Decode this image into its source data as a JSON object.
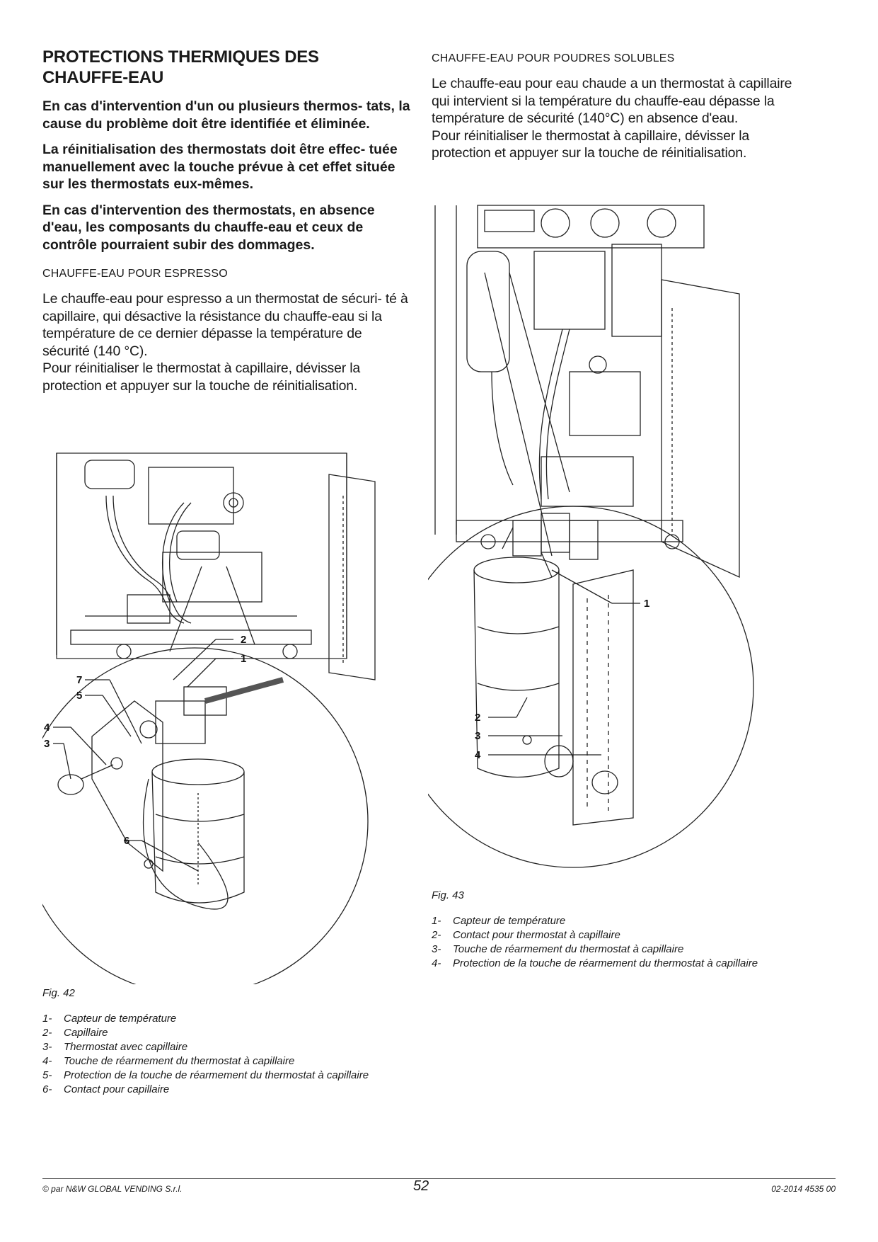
{
  "left": {
    "title_line1": "PROTECTIONS THERMIQUES DES",
    "title_line2": "CHAUFFE-EAU",
    "bold_p1": "En cas d'intervention d'un ou plusieurs thermos- tats, la cause du problème doit être identifiée et éliminée.",
    "bold_p2": "La réinitialisation des thermostats doit être effec- tuée manuellement avec la touche prévue à cet effet située sur les thermostats eux-mêmes.",
    "bold_p3": "En cas d'intervention des thermostats, en absence d'eau, les composants du chauffe-eau et ceux de contrôle pourraient subir des dommages.",
    "section_title": "CHAUFFE-EAU POUR ESPRESSO",
    "body_p1": "Le chauffe-eau pour espresso a un thermostat de sécuri- té à capillaire, qui désactive la résistance du chauffe-eau si la température de ce dernier dépasse la température de sécurité (140 °C).",
    "body_p2": "Pour réinitialiser le thermostat à capillaire, dévisser la protection et appuyer sur la touche de réinitialisation.",
    "fig_caption": "Fig. 42",
    "callouts": [
      "2",
      "1",
      "7",
      "5",
      "4",
      "3",
      "6"
    ],
    "legend": [
      {
        "num": "1-",
        "text": "Capteur de température"
      },
      {
        "num": "2-",
        "text": "Capillaire"
      },
      {
        "num": "3-",
        "text": "Thermostat avec capillaire"
      },
      {
        "num": "4-",
        "text": "Touche de réarmement du thermostat à capillaire"
      },
      {
        "num": "5-",
        "text": "Protection de la touche de réarmement du thermostat à capillaire"
      },
      {
        "num": "6-",
        "text": "Contact pour capillaire"
      }
    ]
  },
  "right": {
    "section_title": "CHAUFFE-EAU POUR POUDRES SOLUBLES",
    "body_p1": "Le chauffe-eau pour eau chaude a un thermostat à capillaire qui intervient si la température du chauffe-eau dépasse la température de sécurité (140°C) en absence d'eau.",
    "body_p2": "Pour réinitialiser le thermostat à capillaire, dévisser la protection et appuyer sur la touche de réinitialisation.",
    "fig_caption": "Fig. 43",
    "callouts": [
      "1",
      "2",
      "3",
      "4"
    ],
    "legend": [
      {
        "num": "1-",
        "text": "Capteur de température"
      },
      {
        "num": "2-",
        "text": "Contact pour thermostat à capillaire"
      },
      {
        "num": "3-",
        "text": "Touche de réarmement du thermostat à capillaire"
      },
      {
        "num": "4-",
        "text": "Protection de la touche de réarmement du thermostat à capillaire"
      }
    ]
  },
  "footer": {
    "copyright": "© par N&W GLOBAL VENDING S.r.l.",
    "page_number": "52",
    "doc_code": "02-2014 4535 00"
  }
}
